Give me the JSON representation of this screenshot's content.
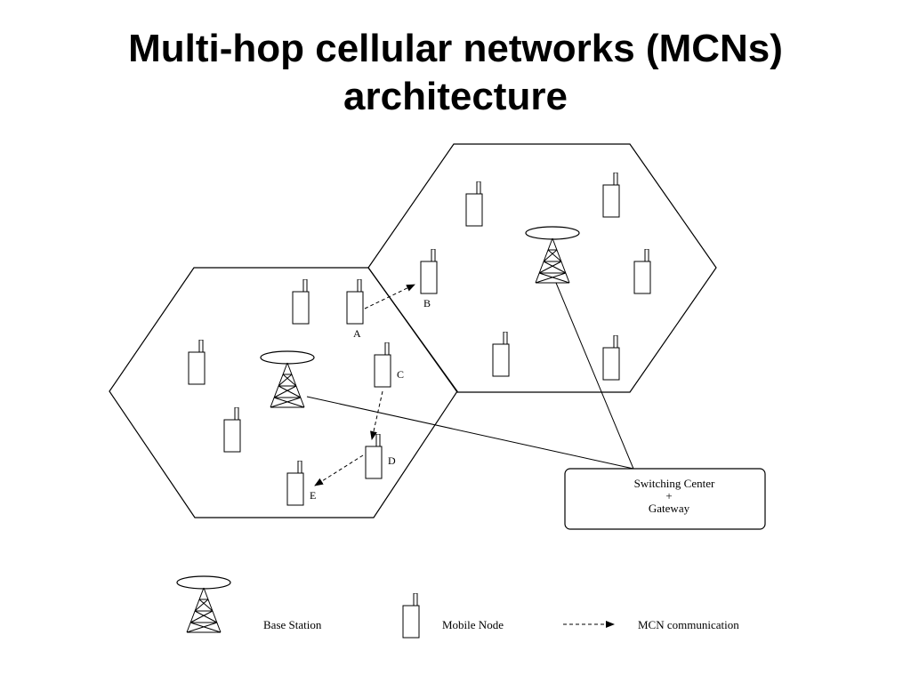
{
  "title": {
    "line1": "Multi-hop cellular networks (MCNs)",
    "line2": "architecture"
  },
  "diagram": {
    "nodes": {
      "a": "A",
      "b": "B",
      "c": "C",
      "d": "D",
      "e": "E"
    },
    "switching_center": {
      "line1": "Switching Center",
      "line2": "+",
      "line3": "Gateway"
    },
    "legend": {
      "base_station": "Base Station",
      "mobile_node": "Mobile Node",
      "mcn_communication": "MCN communication"
    }
  }
}
